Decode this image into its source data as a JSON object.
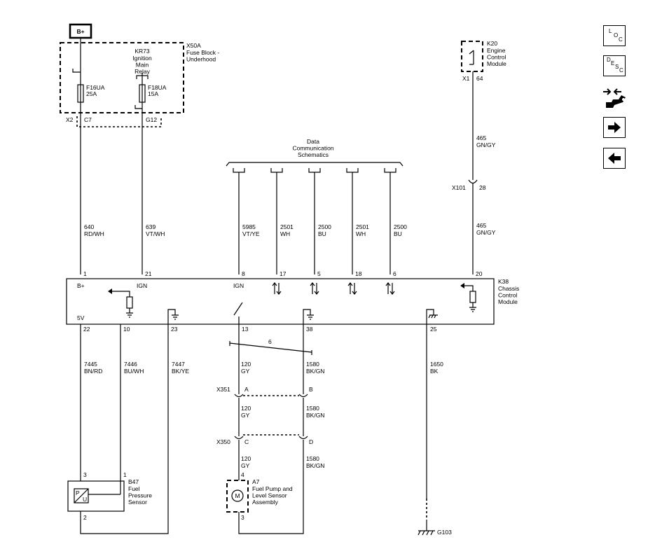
{
  "power": {
    "battery_label": "B+"
  },
  "fuse_block": {
    "id": "X50A",
    "name": "Fuse Block -\nUnderhood",
    "relay": {
      "id": "KR73",
      "name": "Ignition\nMain\nRelay"
    },
    "fuses": [
      {
        "id": "F16UA",
        "rating": "25A"
      },
      {
        "id": "F18UA",
        "rating": "15A"
      }
    ],
    "connector": "X2",
    "pins": [
      "C7",
      "G12"
    ]
  },
  "ecm": {
    "id": "K20",
    "name": "Engine\nControl\nModule",
    "connector": "X1",
    "pin": "64"
  },
  "data_comm": {
    "label": "Data\nCommunication\nSchematics"
  },
  "inline": {
    "x101": {
      "id": "X101",
      "pin": "28"
    }
  },
  "wires_top": [
    {
      "circuit": "640",
      "color": "RD/WH"
    },
    {
      "circuit": "639",
      "color": "VT/WH"
    },
    {
      "circuit": "5985",
      "color": "VT/YE"
    },
    {
      "circuit": "2501",
      "color": "WH"
    },
    {
      "circuit": "2500",
      "color": "BU"
    },
    {
      "circuit": "2501",
      "color": "WH"
    },
    {
      "circuit": "2500",
      "color": "BU"
    }
  ],
  "ecm_wire_upper": {
    "circuit": "465",
    "color": "GN/GY"
  },
  "ecm_wire_lower": {
    "circuit": "465",
    "color": "GN/GY"
  },
  "ccm": {
    "id": "K38",
    "name": "Chassis\nControl\nModule",
    "top_pins": [
      "1",
      "21",
      "8",
      "17",
      "5",
      "18",
      "6",
      "20"
    ],
    "bottom_pins": [
      "22",
      "10",
      "23",
      "13",
      "38",
      "25"
    ],
    "labels": {
      "bplus": "B+",
      "ign1": "IGN",
      "ign2": "IGN",
      "v5": "5V"
    }
  },
  "twist_label": "6",
  "wires_bottom": [
    {
      "circuit": "7445",
      "color": "BN/RD"
    },
    {
      "circuit": "7446",
      "color": "BU/WH"
    },
    {
      "circuit": "7447",
      "color": "BK/YE"
    },
    {
      "circuit": "120",
      "color": "GY"
    },
    {
      "circuit": "1580",
      "color": "BK/GN"
    },
    {
      "circuit": "1650",
      "color": "BK"
    }
  ],
  "x351": {
    "id": "X351",
    "pin_a": "A",
    "pin_b": "B"
  },
  "x351_wires": [
    {
      "circuit": "120",
      "color": "GY"
    },
    {
      "circuit": "1580",
      "color": "BK/GN"
    }
  ],
  "x350": {
    "id": "X350",
    "pin_a": "C",
    "pin_b": "D"
  },
  "x350_wires": [
    {
      "circuit": "120",
      "color": "GY"
    },
    {
      "circuit": "1580",
      "color": "BK/GN"
    }
  ],
  "sensor": {
    "id": "B47",
    "name": "Fuel\nPressure\nSensor",
    "pins": [
      "3",
      "1",
      "2"
    ],
    "inner_p": "P",
    "inner_u": "U"
  },
  "pump": {
    "id": "A7",
    "name": "Fuel Pump and\nLevel Sensor\nAssembly",
    "pins": [
      "4",
      "3"
    ],
    "motor": "M"
  },
  "ground": {
    "id": "G103"
  },
  "nav": {
    "loc": {
      "l1": "L",
      "l2": "O",
      "l3": "C"
    },
    "desc": {
      "l1": "D",
      "l2": "E",
      "l3": "S",
      "l4": "C"
    }
  }
}
